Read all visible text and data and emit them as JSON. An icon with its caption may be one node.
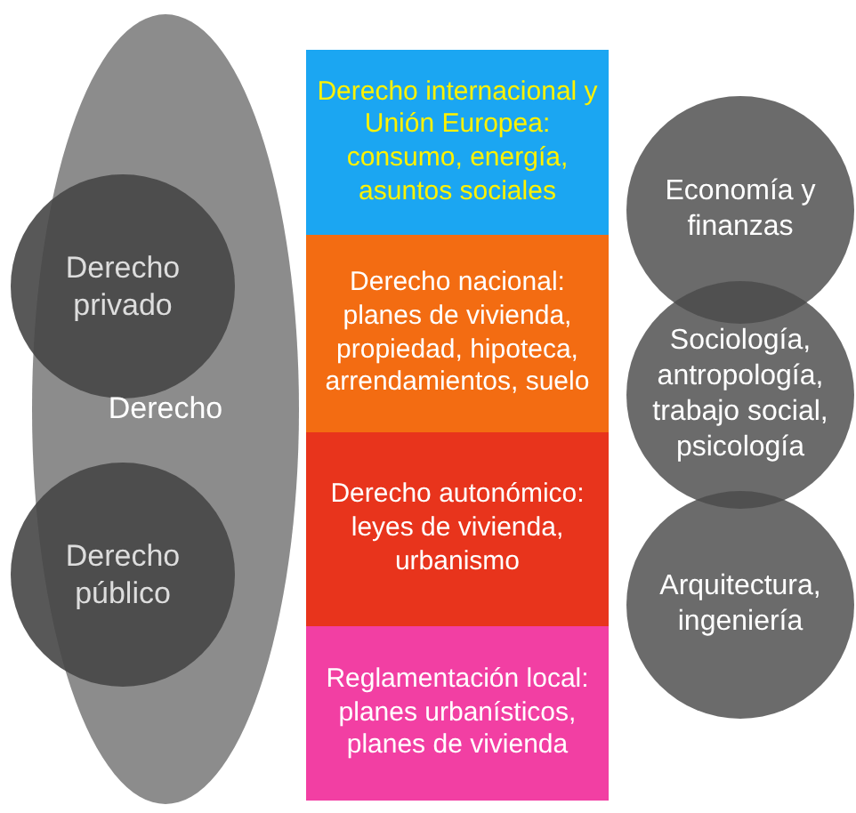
{
  "diagram": {
    "nodes": [
      {
        "text": [
          "Derecho"
        ]
      },
      {
        "text": [
          "Derecho privado"
        ],
        "in": 0
      },
      {
        "text": [
          "Derecho público"
        ],
        "in": 0
      },
      {
        "text": [
          "Derecho internacional y Unión Europea: consumo, energía, asuntos sociales"
        ]
      },
      {
        "text": [
          "Derecho nacional: planes de vivienda, propiedad, hipoteca, arrendamientos, suelo"
        ]
      },
      {
        "text": [
          "Derecho autonómico: leyes de vivienda, urbanismo"
        ]
      },
      {
        "text": [
          "Reglamentación local: planes urbanísticos, planes de vivienda"
        ]
      },
      {
        "text": [
          "Economía y finanzas"
        ]
      },
      {
        "text": [
          "Sociología, antropología, trabajo social, psicología"
        ]
      },
      {
        "text": [
          "Arquitectura, ingeniería"
        ]
      }
    ],
    "edges": []
  }
}
